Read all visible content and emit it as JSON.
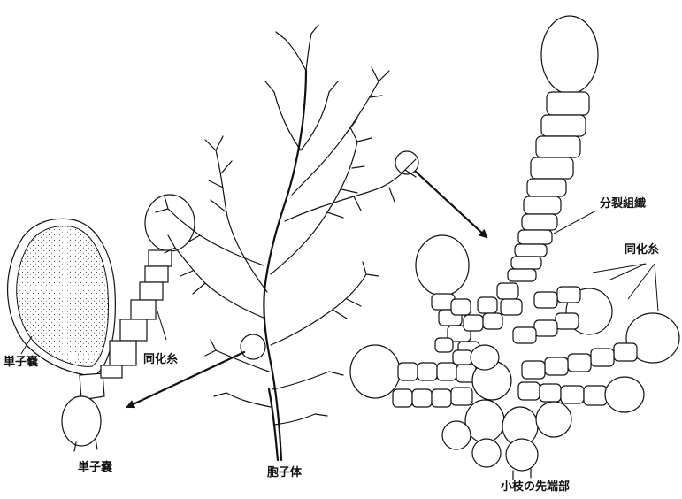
{
  "labels": {
    "sporangium_side": "単子嚢",
    "assimilator_left": "同化糸",
    "sporangium_caption": "単子嚢",
    "sporophyte_caption": "胞子体",
    "meristem": "分裂組織",
    "assimilator_right": "同化糸",
    "tip_caption": "小枝の先端部"
  },
  "colors": {
    "ink": "#111111",
    "background": "#ffffff"
  }
}
